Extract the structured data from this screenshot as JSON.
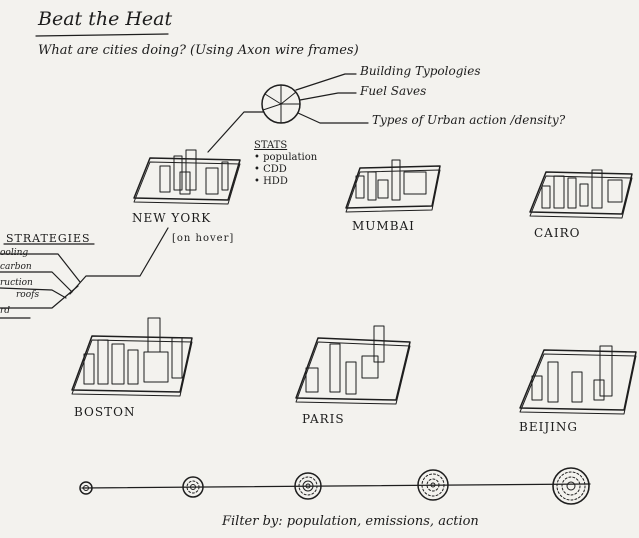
{
  "title": "Beat the Heat",
  "subtitle": "What are cities doing? (Using Axon wire frames)",
  "legend_items": [
    "Building Typologies",
    "Fuel Saves",
    "Types of Urban action /density?"
  ],
  "stats": {
    "heading": "STATS",
    "items": [
      "• population",
      "• CDD",
      "• HDD"
    ]
  },
  "cities": {
    "new_york": "NEW YORK",
    "new_york_note": "[on hover]",
    "mumbai": "MUMBAI",
    "cairo": "CAIRO",
    "boston": "BOSTON",
    "paris": "PARIS",
    "beijing": "BEIJING"
  },
  "strategies": {
    "heading": "STRATEGIES",
    "items": [
      "ooling",
      "carbon",
      "ruction",
      "roofs",
      "rd"
    ]
  },
  "filter_text": "Filter by: population, emissions, action",
  "pie_colors": [
    "#3d7fc4",
    "#3f8f4a",
    "#f2f2f2",
    "#e8e8e8"
  ]
}
